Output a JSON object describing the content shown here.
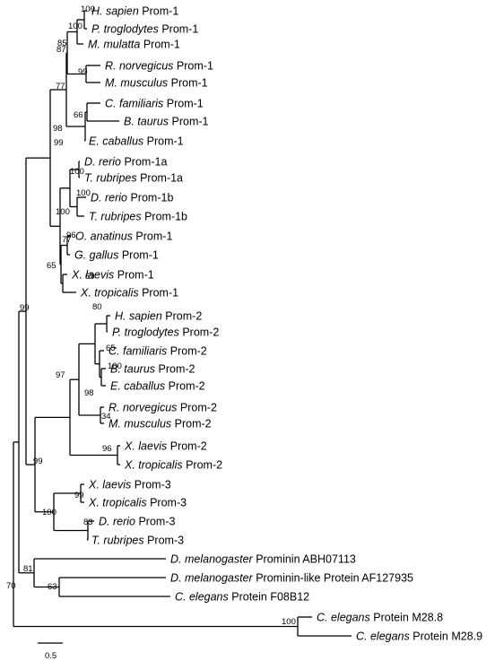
{
  "tree": {
    "leaves": [
      {
        "species": "H. sapien",
        "gene": "Prom-1"
      },
      {
        "species": "P. troglodytes",
        "gene": "Prom-1"
      },
      {
        "species": "M. mulatta",
        "gene": "Prom-1"
      },
      {
        "species": "R. norvegicus",
        "gene": "Prom-1"
      },
      {
        "species": "M. musculus",
        "gene": "Prom-1"
      },
      {
        "species": "C. familiaris",
        "gene": "Prom-1"
      },
      {
        "species": "B. taurus",
        "gene": "Prom-1"
      },
      {
        "species": "E. caballus",
        "gene": "Prom-1"
      },
      {
        "species": "D. rerio",
        "gene": "Prom-1a"
      },
      {
        "species": "T. rubripes",
        "gene": "Prom-1a"
      },
      {
        "species": "D. rerio",
        "gene": "Prom-1b"
      },
      {
        "species": "T. rubripes",
        "gene": "Prom-1b"
      },
      {
        "species": "O. anatinus",
        "gene": "Prom-1"
      },
      {
        "species": "G. gallus",
        "gene": "Prom-1"
      },
      {
        "species": "X. laevis",
        "gene": "Prom-1"
      },
      {
        "species": "X. tropicalis",
        "gene": "Prom-1"
      },
      {
        "species": "H. sapien",
        "gene": "Prom-2"
      },
      {
        "species": "P. troglodytes",
        "gene": "Prom-2"
      },
      {
        "species": "C. familiaris",
        "gene": "Prom-2"
      },
      {
        "species": "B. taurus",
        "gene": "Prom-2"
      },
      {
        "species": "E. caballus",
        "gene": "Prom-2"
      },
      {
        "species": "R. norvegicus",
        "gene": "Prom-2"
      },
      {
        "species": "M. musculus",
        "gene": "Prom-2"
      },
      {
        "species": "X. laevis",
        "gene": "Prom-2"
      },
      {
        "species": "X. tropicalis",
        "gene": "Prom-2"
      },
      {
        "species": "X. laevis",
        "gene": "Prom-3"
      },
      {
        "species": "X. tropicalis",
        "gene": "Prom-3"
      },
      {
        "species": "D. rerio",
        "gene": "Prom-3"
      },
      {
        "species": "T. rubripes",
        "gene": "Prom-3"
      },
      {
        "species": "D. melanogaster",
        "gene": "Prominin ABH07113"
      },
      {
        "species": "D. melanogaster",
        "gene": "Prominin-like Protein AF127935"
      },
      {
        "species": "C. elegans",
        "gene": "Protein  F08B12"
      },
      {
        "species": "C. elegans",
        "gene": "Protein M28.8"
      },
      {
        "species": "C. elegans",
        "gene": "Protein M28.9"
      }
    ],
    "bootstrap_values": [
      "100",
      "100",
      "85",
      "99",
      "87",
      "66",
      "98",
      "77",
      "100",
      "100",
      "100",
      "77",
      "96",
      "65",
      "99",
      "80",
      "100",
      "65",
      "69",
      "34",
      "98",
      "96",
      "97",
      "99",
      "83",
      "100",
      "99",
      "99",
      "63",
      "81",
      "70",
      "100"
    ],
    "scale_bar": {
      "value": 0.5,
      "label": "0.5"
    }
  }
}
